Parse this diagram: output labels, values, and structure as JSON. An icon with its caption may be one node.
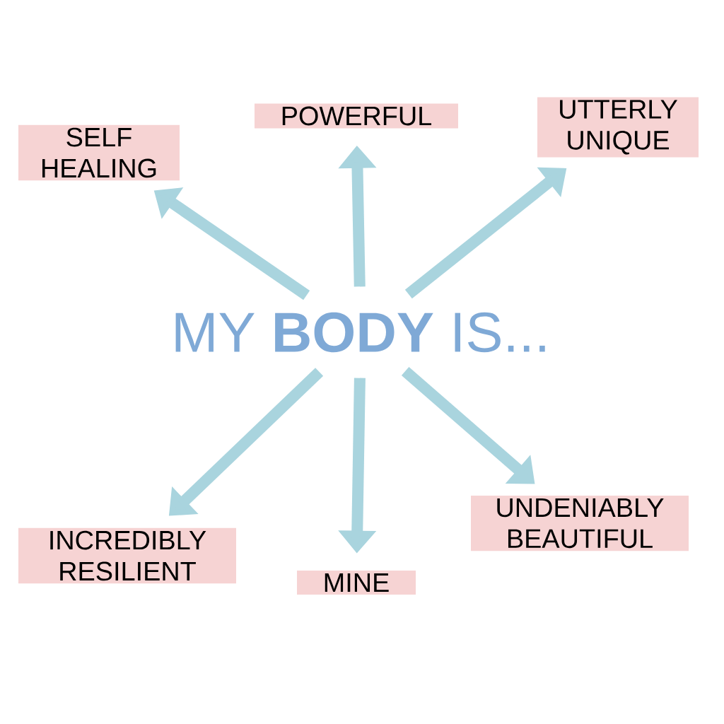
{
  "diagram": {
    "nodes": [
      {
        "text": [
          "MY **BODY** IS..."
        ]
      },
      {
        "text": [
          "SELF HEALING"
        ]
      },
      {
        "text": [
          "POWERFUL"
        ]
      },
      {
        "text": [
          "UTTERLY UNIQUE"
        ]
      },
      {
        "text": [
          "INCREDIBLY RESILIENT"
        ]
      },
      {
        "text": [
          "MINE"
        ]
      },
      {
        "text": [
          "UNDENIABLY BEAUTIFUL"
        ]
      }
    ],
    "edges": [
      {
        "from": 0,
        "to": 1,
        "arrow": "to"
      },
      {
        "from": 0,
        "to": 2,
        "arrow": "to"
      },
      {
        "from": 0,
        "to": 3,
        "arrow": "to"
      },
      {
        "from": 0,
        "to": 4,
        "arrow": "to"
      },
      {
        "from": 0,
        "to": 5,
        "arrow": "to"
      },
      {
        "from": 0,
        "to": 6,
        "arrow": "to"
      }
    ]
  }
}
